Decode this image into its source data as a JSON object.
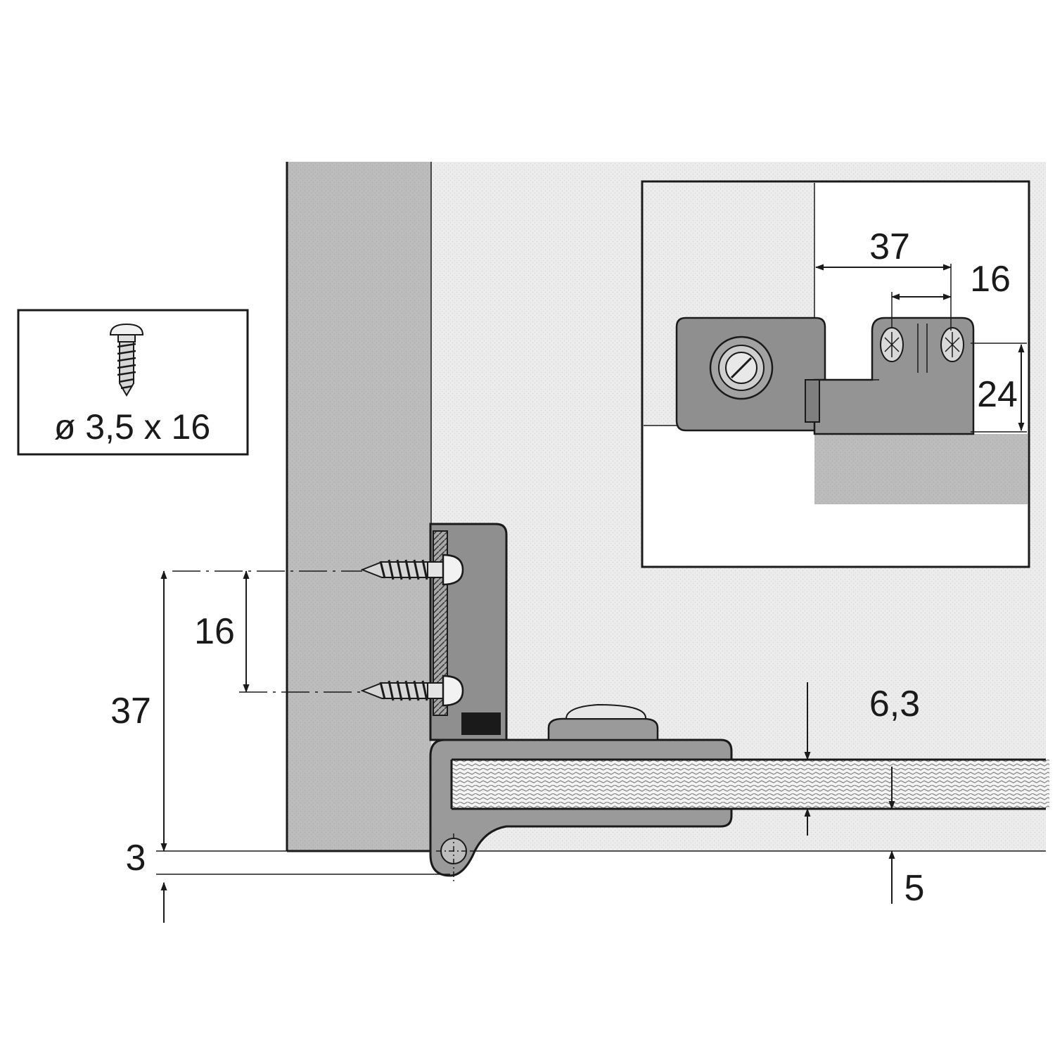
{
  "screw_spec": {
    "label": "ø 3,5 x 16",
    "icon": "pan-head-wood-screw"
  },
  "dimensions": {
    "spacing_main": "16",
    "height_main": "37",
    "bottom_offset": "3",
    "panel_thickness": "6,3",
    "groove_offset": "5",
    "detail_width": "37",
    "detail_spacing": "16",
    "detail_height": "24"
  },
  "colors": {
    "panel_grey": "#b9b9b9",
    "fitting_grey": "#9a9a9a",
    "background_grey": "#e9e9e9",
    "line": "#1a1a1a"
  }
}
